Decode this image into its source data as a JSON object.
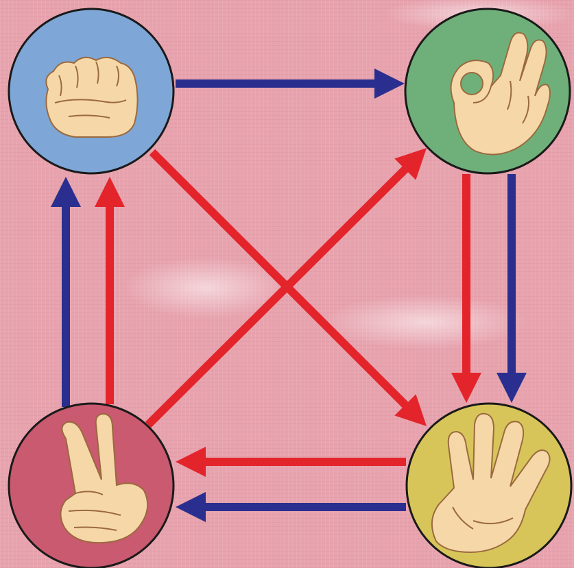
{
  "background": {
    "color": "#e7a3ae",
    "texture": "fabric"
  },
  "colors": {
    "blue_arrow": "#2a2f8f",
    "red_arrow": "#e3242b",
    "outline": "#1a1a1a",
    "skin": "#f6d7a8",
    "skin_shade": "#e9b985"
  },
  "nodes": [
    {
      "id": "fist",
      "gesture": "fist",
      "icon": "fist-hand-icon",
      "color": "#7ea6d6"
    },
    {
      "id": "ok",
      "gesture": "ok-sign",
      "icon": "ok-sign-hand-icon",
      "color": "#6fb07a"
    },
    {
      "id": "two",
      "gesture": "victory",
      "icon": "victory-hand-icon",
      "color": "#c95a6f"
    },
    {
      "id": "five",
      "gesture": "open-palm",
      "icon": "open-palm-hand-icon",
      "color": "#d7c55a"
    }
  ],
  "arrows": [
    {
      "from": "fist",
      "to": "ok",
      "color": "blue"
    },
    {
      "from": "fist",
      "to": "five",
      "color": "red"
    },
    {
      "from": "two",
      "to": "ok",
      "color": "red"
    },
    {
      "from": "ok",
      "to": "five",
      "color": "red"
    },
    {
      "from": "ok",
      "to": "five",
      "color": "blue"
    },
    {
      "from": "five",
      "to": "two",
      "color": "red"
    },
    {
      "from": "five",
      "to": "two",
      "color": "blue"
    },
    {
      "from": "two",
      "to": "fist",
      "color": "blue"
    },
    {
      "from": "two",
      "to": "fist",
      "color": "red"
    }
  ]
}
